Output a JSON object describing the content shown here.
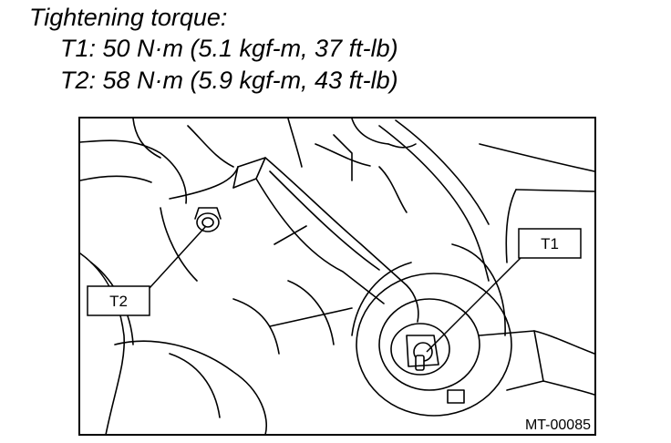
{
  "torque_spec": {
    "title": "Tightening torque:",
    "t1": "T1: 50 N·m (5.1 kgf-m, 37 ft-lb)",
    "t2": "T2: 58 N·m (5.9 kgf-m, 43 ft-lb)"
  },
  "figure": {
    "callouts": {
      "t1": "T1",
      "t2": "T2"
    },
    "reference_id": "MT-00085"
  }
}
